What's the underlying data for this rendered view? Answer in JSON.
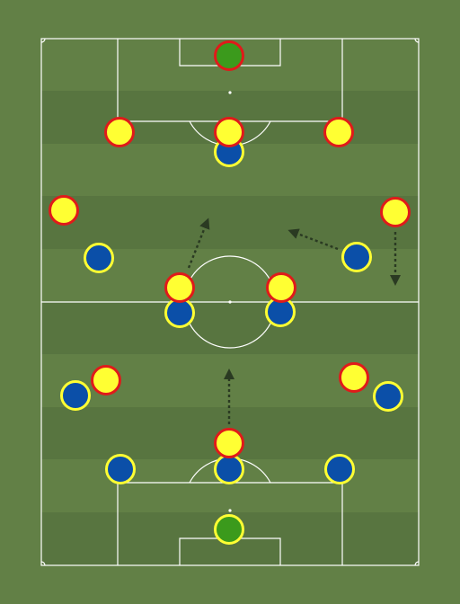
{
  "colors": {
    "background": "#628046",
    "stripe_light": "#628046",
    "stripe_dark": "#587540",
    "lines": "#ffffff",
    "arrow": "#2a3a22",
    "team_red_fill": "#ffff33",
    "team_red_stroke": "#e01a1a",
    "team_red_keeper_fill": "#3b9a1c",
    "team_blue_fill": "#0b4fa8",
    "team_blue_stroke": "#ffff33",
    "team_blue_keeper_fill": "#3b9a1c"
  },
  "teams": [
    {
      "name": "",
      "fill": "team_red_fill",
      "stroke": "team_red_stroke"
    },
    {
      "name": "",
      "fill": "team_blue_fill",
      "stroke": "team_blue_stroke"
    }
  ]
}
